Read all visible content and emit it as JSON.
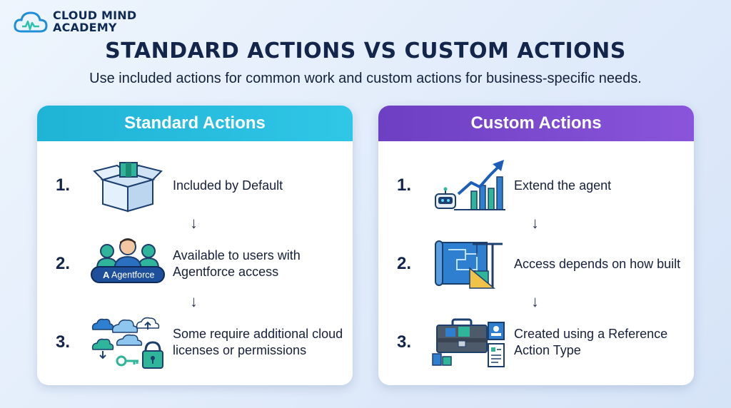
{
  "brand": {
    "line1": "CLOUD MIND",
    "line2": "ACADEMY"
  },
  "title": "STANDARD ACTIONS VS CUSTOM ACTIONS",
  "subtitle": "Use included actions for common work and custom actions for business-specific needs.",
  "left": {
    "header": "Standard Actions",
    "steps": [
      {
        "num": "1.",
        "text": "Included by Default",
        "icon": "open-box-icon"
      },
      {
        "num": "2.",
        "text": "Available to users with Agentforce access",
        "icon": "users-agentforce-icon",
        "badge": "Agentforce"
      },
      {
        "num": "3.",
        "text": "Some require additional cloud licenses or permissions",
        "icon": "cloud-key-lock-icon"
      }
    ],
    "arrow": "↓",
    "color": "#1fb3d6"
  },
  "right": {
    "header": "Custom Actions",
    "steps": [
      {
        "num": "1.",
        "text": "Extend the agent",
        "icon": "robot-growth-chart-icon"
      },
      {
        "num": "2.",
        "text": "Access depends on how built",
        "icon": "blueprint-crane-icon"
      },
      {
        "num": "3.",
        "text": "Created using a Reference Action Type",
        "icon": "toolbox-icon"
      }
    ],
    "arrow": "↓",
    "color": "#6d3fc2"
  }
}
